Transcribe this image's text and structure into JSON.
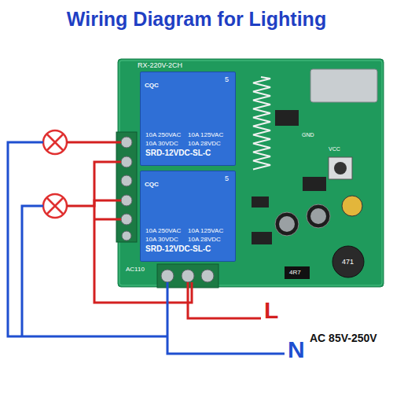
{
  "diagram": {
    "title": "Wiring Diagram for Lighting",
    "nodes": [
      {
        "text": [
          "RX-220V-2CH"
        ]
      },
      {
        "text": [
          "10A 250VAC",
          "10A 125VAC",
          "10A 30VDC",
          "10A 28VDC",
          "SRD-12VDC-SL-C"
        ],
        "in": 0
      },
      {
        "text": [
          "10A 250VAC",
          "10A 125VAC",
          "10A 30VDC",
          "10A 28VDC",
          "SRD-12VDC-SL-C"
        ],
        "in": 0
      }
    ],
    "labels": [
      "L",
      "N",
      "AC 85V-250V",
      "CQC",
      "5",
      "CQC",
      "5",
      "AC110",
      "471",
      "4R7",
      "GND",
      "VCC"
    ]
  }
}
